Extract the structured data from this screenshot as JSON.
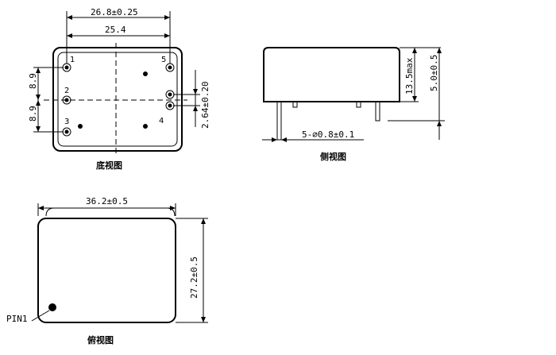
{
  "bottom_view": {
    "caption": "底视图",
    "dim_width": "26.8±0.25",
    "dim_pitch": "25.4",
    "dim_row_top": "8.9",
    "dim_row_bottom": "8.9",
    "dim_pin_gap": "2.64±0.20",
    "pin_labels": [
      "1",
      "2",
      "3",
      "5",
      "4"
    ]
  },
  "side_view": {
    "caption": "侧视图",
    "dim_height_max": "13.5max",
    "dim_pin_length": "5.0±0.5",
    "dim_pin_dia": "5-∅0.8±0.1"
  },
  "top_view": {
    "caption": "俯视图",
    "dim_width": "36.2±0.5",
    "dim_height": "27.2±0.5",
    "pin1_label": "PIN1"
  }
}
